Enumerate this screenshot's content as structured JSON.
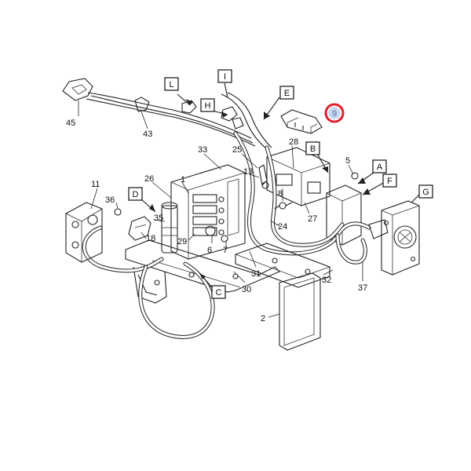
{
  "highlight": {
    "label": "9",
    "ring_color": "#e0202a",
    "fill_color": "#c8d8ef",
    "text_color": "#4a6fa5"
  },
  "part_numbers": [
    "45",
    "43",
    "33",
    "25",
    "13",
    "28",
    "5",
    "26",
    "1",
    "11",
    "36",
    "35",
    "18",
    "29",
    "6",
    "7",
    "8",
    "27",
    "24",
    "31",
    "30",
    "32",
    "37",
    "2"
  ],
  "letter_callouts": [
    "L",
    "I",
    "H",
    "E",
    "B",
    "A",
    "F",
    "G",
    "D",
    "C"
  ]
}
